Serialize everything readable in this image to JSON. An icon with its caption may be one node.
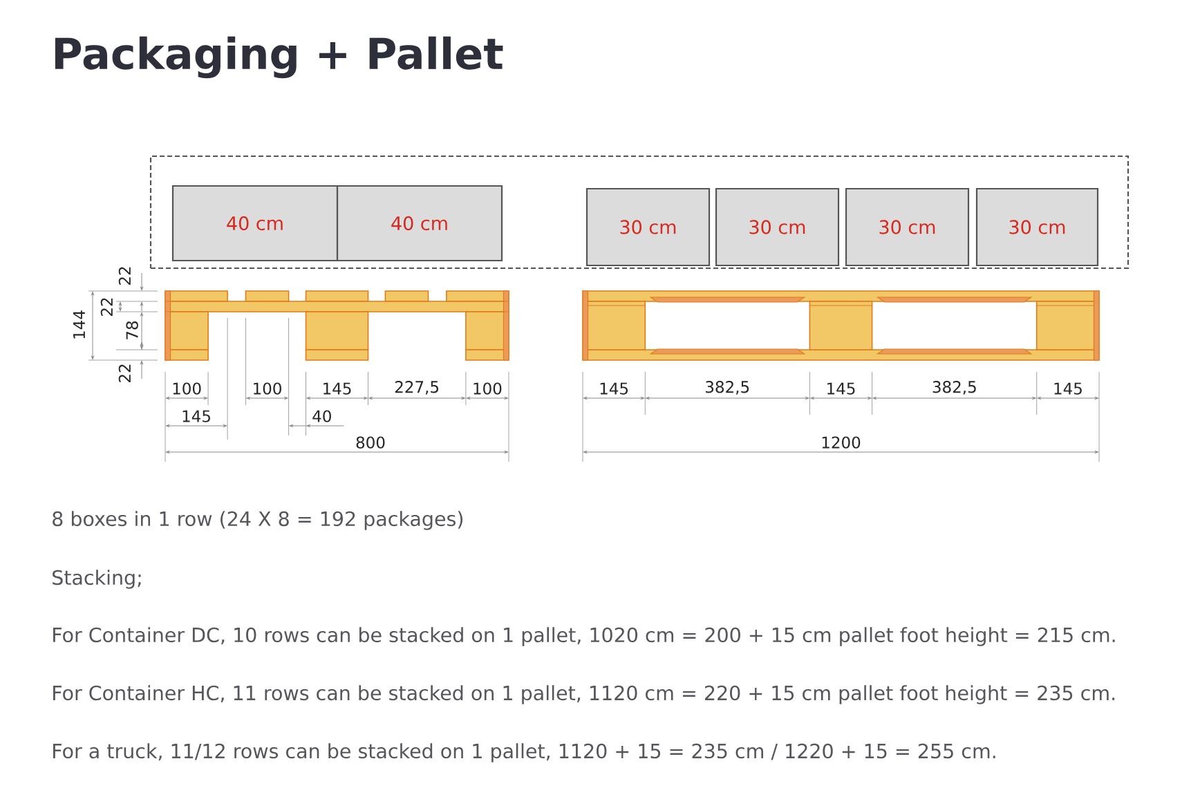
{
  "diagram": {
    "title": "Packaging + Pallet",
    "nodes": [
      {
        "text": [],
        "shape": "box"
      },
      {
        "text": [
          "40 cm"
        ],
        "in": 0
      },
      {
        "text": [
          "40 cm"
        ],
        "in": 0
      },
      {
        "text": [
          "30 cm"
        ],
        "in": 0
      },
      {
        "text": [
          "30 cm"
        ],
        "in": 0
      },
      {
        "text": [
          "30 cm"
        ],
        "in": 0
      },
      {
        "text": [
          "30 cm"
        ],
        "in": 0
      }
    ],
    "labels": [
      "22",
      "144",
      "22",
      "78",
      "22",
      "100",
      "100",
      "145",
      "227,5",
      "100",
      "145",
      "382,5",
      "145",
      "382,5",
      "145",
      "145",
      "40",
      "800",
      "1200",
      "8 boxes in 1 row (24 X 8 = 192 packages)",
      "Stacking;",
      "For Container DC, 10 rows can be stacked on 1 pallet, 1020 cm = 200 + 15 cm pallet foot height = 215 cm.",
      "For Container HC, 11 rows can be stacked on 1 pallet, 1120 cm = 220 + 15 cm pallet foot height = 235 cm.",
      "For a truck, 11/12 rows can be stacked on 1 pallet, 1120 + 15 = 235 cm / 1220 + 15 = 255 cm."
    ]
  }
}
